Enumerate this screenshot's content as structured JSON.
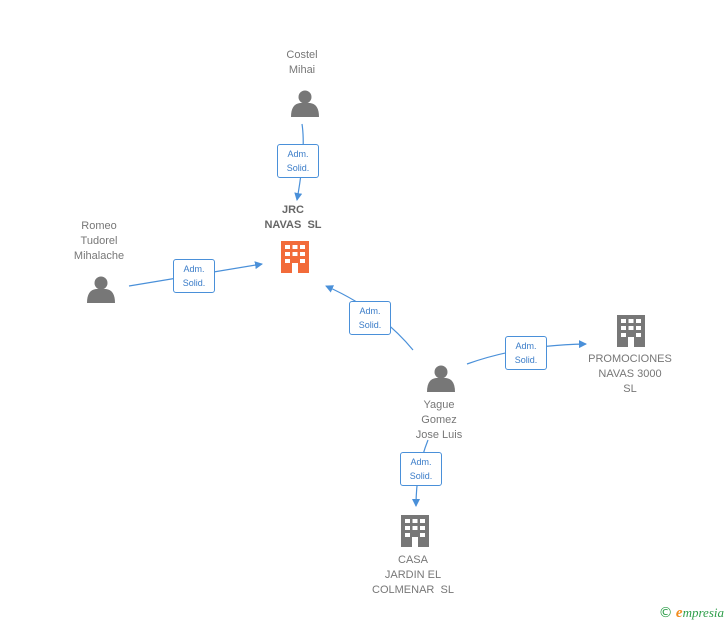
{
  "nodes": {
    "costel": {
      "lines": [
        "Costel",
        "Mihai"
      ],
      "type": "person",
      "icon": "person-icon"
    },
    "jrc": {
      "lines": [
        "JRC",
        "NAVAS  SL"
      ],
      "type": "company",
      "icon": "building-icon",
      "highlight": true
    },
    "romeo": {
      "lines": [
        "Romeo",
        "Tudorel",
        "Mihalache"
      ],
      "type": "person",
      "icon": "person-icon"
    },
    "yague": {
      "lines": [
        "Yague",
        "Gomez",
        "Jose Luis"
      ],
      "type": "person",
      "icon": "person-icon"
    },
    "promociones": {
      "lines": [
        "PROMOCIONES",
        "NAVAS 3000",
        "SL"
      ],
      "type": "company",
      "icon": "building-icon"
    },
    "casa": {
      "lines": [
        "CASA",
        "JARDIN EL",
        "COLMENAR  SL"
      ],
      "type": "company",
      "icon": "building-icon"
    }
  },
  "edges": {
    "costel_jrc": {
      "from": "Costel Mihai",
      "to": "JRC NAVAS SL",
      "lines": [
        "Adm.",
        "Solid."
      ]
    },
    "romeo_jrc": {
      "from": "Romeo Tudorel Mihalache",
      "to": "JRC NAVAS SL",
      "lines": [
        "Adm.",
        "Solid."
      ]
    },
    "yague_jrc": {
      "from": "Yague Gomez Jose Luis",
      "to": "JRC NAVAS SL",
      "lines": [
        "Adm.",
        "Solid."
      ]
    },
    "yague_promociones": {
      "from": "Yague Gomez Jose Luis",
      "to": "PROMOCIONES NAVAS 3000 SL",
      "lines": [
        "Adm.",
        "Solid."
      ]
    },
    "yague_casa": {
      "from": "Yague Gomez Jose Luis",
      "to": "CASA JARDIN EL COLMENAR SL",
      "lines": [
        "Adm.",
        "Solid."
      ]
    }
  },
  "footer": {
    "copyright_symbol": "©",
    "brand_first": "e",
    "brand_rest": "mpresia"
  },
  "colors": {
    "edge": "#4a90d9",
    "person_icon": "#777777",
    "company_icon": "#777777",
    "highlight_icon": "#f26b3a"
  }
}
